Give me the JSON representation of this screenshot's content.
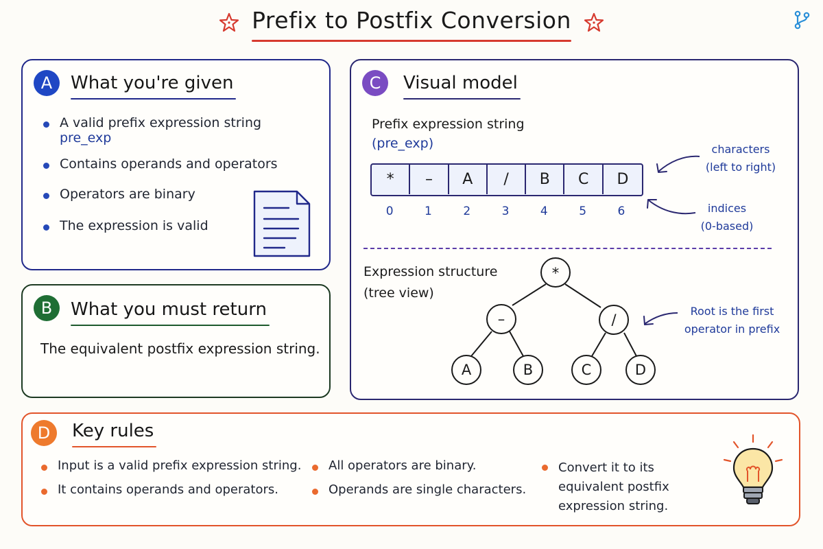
{
  "title": "Prefix to Postfix Conversion",
  "colors": {
    "section_a": "#20288a",
    "section_b": "#1d3a22",
    "section_c": "#2a2770",
    "section_d": "#e2542a",
    "title_underline": "#d63a2f",
    "badge_a": "#1f47c4",
    "badge_b": "#1f6e34",
    "badge_c": "#7a4cc2",
    "badge_d": "#ee7a2d"
  },
  "icons": {
    "title_decoration": "star-outline-icon",
    "top_right": "git-branch-icon",
    "section_a": "document-icon",
    "section_d": "lightbulb-icon"
  },
  "section_a": {
    "badge": "A",
    "heading": "What you're given",
    "bullets": [
      {
        "text": "A valid prefix expression string",
        "code": "pre_exp"
      },
      {
        "text": "Contains operands and operators"
      },
      {
        "text": "Operators are binary"
      },
      {
        "text": "The expression is valid"
      }
    ]
  },
  "section_b": {
    "badge": "B",
    "heading": "What you must return",
    "body": "The equivalent postfix expression string."
  },
  "section_c": {
    "badge": "C",
    "heading": "Visual model",
    "string_label": "Prefix expression string",
    "string_code": "(pre_exp)",
    "characters": [
      "*",
      "–",
      "A",
      "/",
      "B",
      "C",
      "D"
    ],
    "indices": [
      "0",
      "1",
      "2",
      "3",
      "4",
      "5",
      "6"
    ],
    "note_characters": [
      "characters",
      "(left to right)"
    ],
    "note_indices": [
      "indices",
      "(0-based)"
    ],
    "tree_label": [
      "Expression structure",
      "(tree view)"
    ],
    "tree": {
      "root": "*",
      "left": "–",
      "right": "/",
      "left_left": "A",
      "left_right": "B",
      "right_left": "C",
      "right_right": "D"
    },
    "note_root": [
      "Root is the first",
      "operator in prefix"
    ]
  },
  "section_d": {
    "badge": "D",
    "heading": "Key rules",
    "col1": [
      "Input is a valid prefix expression string.",
      "It contains operands and operators."
    ],
    "col2": [
      "All operators are binary.",
      "Operands are single characters."
    ],
    "col3": [
      "Convert it to its equivalent postfix expression string."
    ]
  }
}
